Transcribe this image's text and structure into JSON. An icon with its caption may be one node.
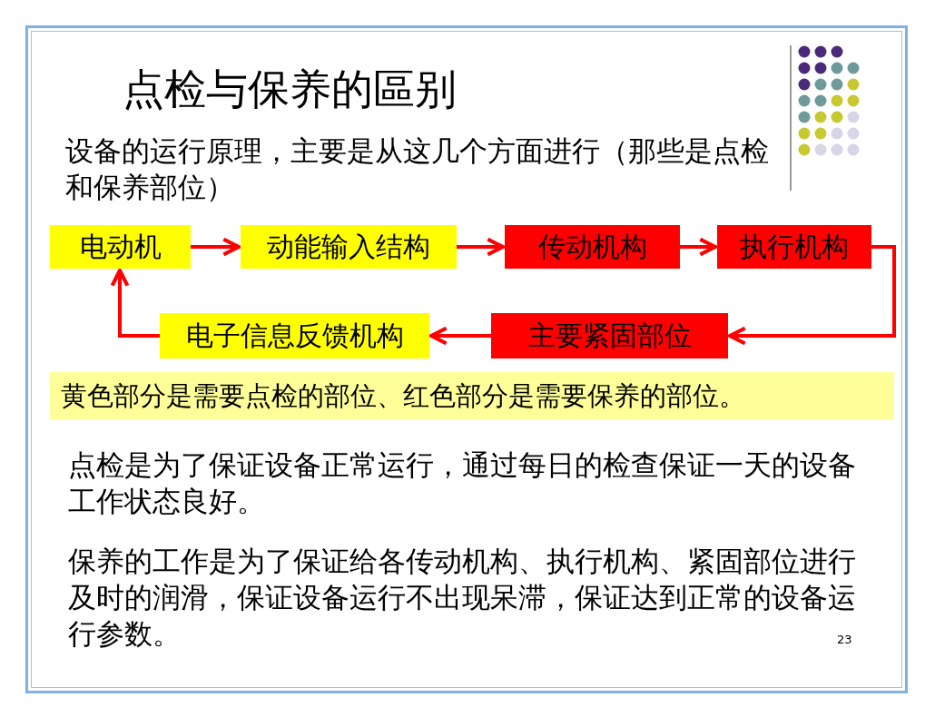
{
  "diagram": {
    "title": "点检与保养的區别",
    "nodes": [
      {
        "text": [
          "电动机"
        ]
      },
      {
        "text": [
          "动能输入结构"
        ]
      },
      {
        "text": [
          "传动机构"
        ]
      },
      {
        "text": [
          "执行机构"
        ]
      },
      {
        "text": [
          "主要紧固部位"
        ]
      },
      {
        "text": [
          "电子信息反馈机构"
        ]
      }
    ],
    "edges": [
      {
        "from": 0,
        "to": 1,
        "arrow": "to"
      },
      {
        "from": 1,
        "to": 2,
        "arrow": "to"
      },
      {
        "from": 2,
        "to": 3,
        "arrow": "to"
      },
      {
        "from": 3,
        "to": 4,
        "arrow": "to"
      },
      {
        "from": 4,
        "to": 5,
        "arrow": "to"
      },
      {
        "from": 5,
        "to": 0,
        "arrow": "to"
      }
    ],
    "labels": [
      "设备的运行原理，主要是从这几个方面进行（那些是点检和保养部位）",
      "黄色部分是需要点检的部位、红色部分是需要保养的部位。",
      "点检是为了保证设备正常运行，通过每日的检查保证一天的设备工作状态良好。",
      "保养的工作是为了保证给各传动机构、执行机构、紧固部位进行及时的润滑，保证设备运行不出现呆滞，保证达到正常的设备运行参数。",
      "23"
    ]
  }
}
